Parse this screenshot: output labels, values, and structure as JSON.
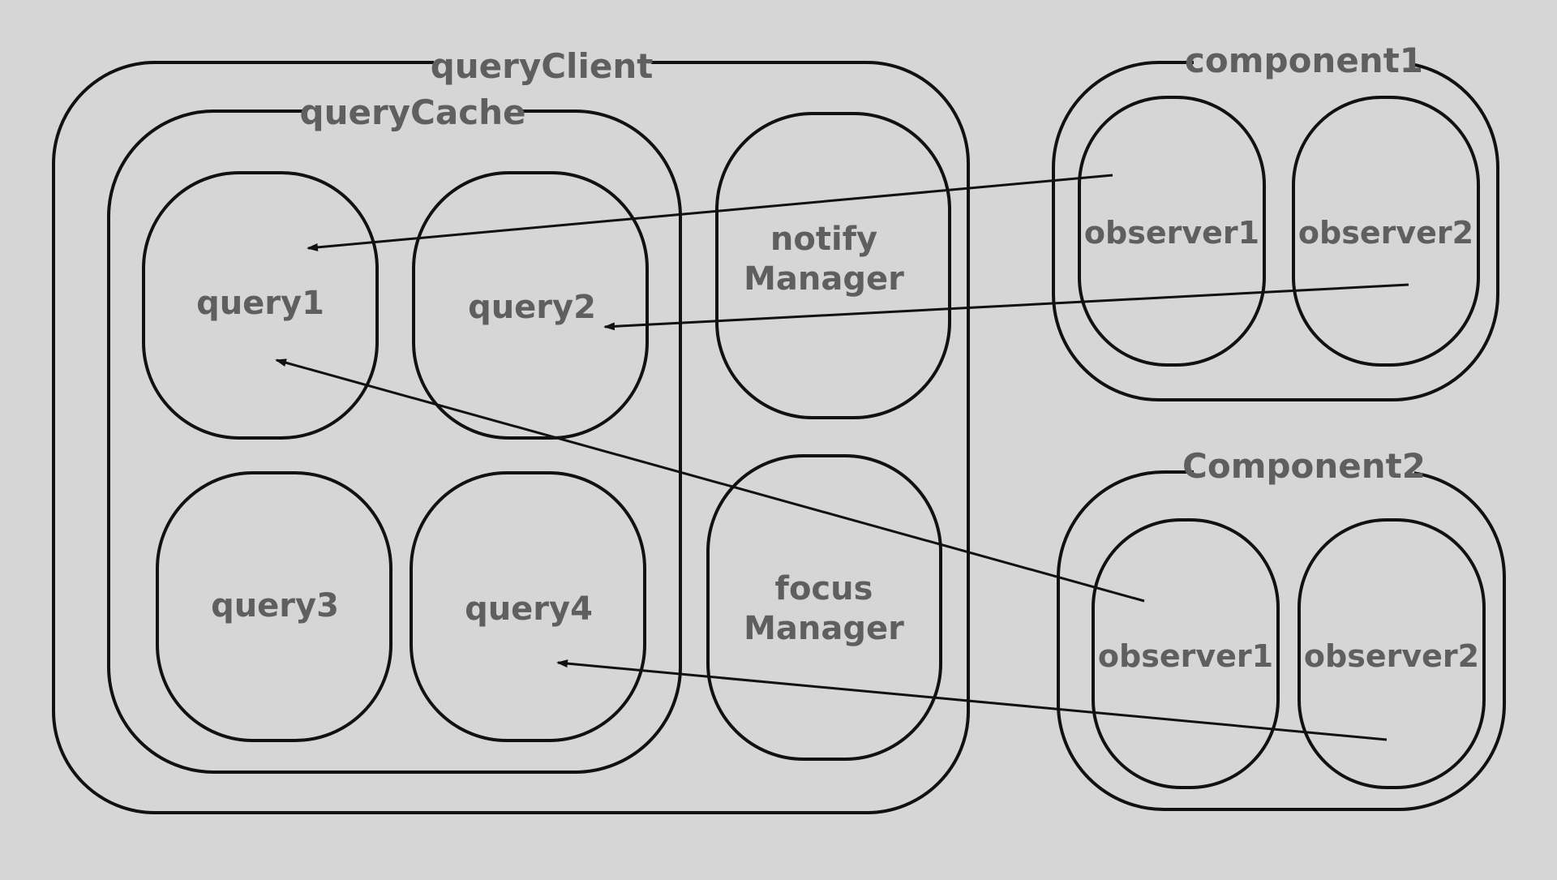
{
  "colors": {
    "background": "#d6d6d6",
    "stroke": "#111111",
    "text": "#5f5f5f"
  },
  "containers": {
    "query_client": "queryClient",
    "query_cache": "queryCache",
    "component1": "component1",
    "component2": "Component2"
  },
  "queries": {
    "query1": "query1",
    "query2": "query2",
    "query3": "query3",
    "query4": "query4"
  },
  "managers": {
    "notify": [
      "notify",
      "Manager"
    ],
    "focus": [
      "focus",
      "Manager"
    ]
  },
  "observers": {
    "component1_observer1": "observer1",
    "component1_observer2": "observer2",
    "component2_observer1": "observer1",
    "component2_observer2": "observer2"
  },
  "relationships": [
    {
      "from": "component1.observer1",
      "to": "query1"
    },
    {
      "from": "component1.observer2",
      "to": "query2"
    },
    {
      "from": "Component2.observer1",
      "to": "query1"
    },
    {
      "from": "Component2.observer2",
      "to": "query4"
    }
  ]
}
